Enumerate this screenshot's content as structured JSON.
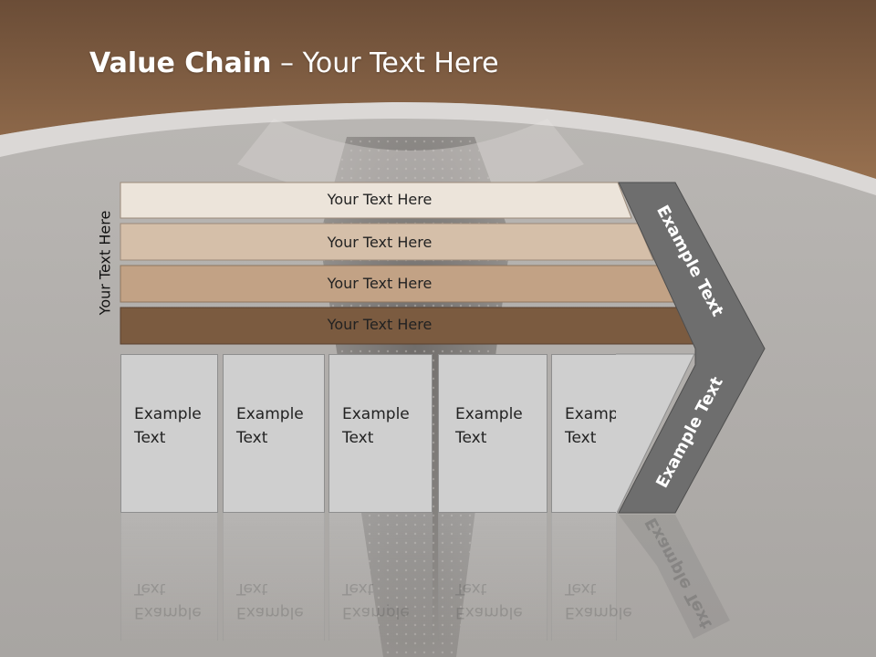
{
  "slide": {
    "title_bold": "Value Chain",
    "title_rest": " – Your Text Here",
    "side_label": "Your Text Here"
  },
  "bars": [
    {
      "label": "Your Text Here",
      "color": "#ece4da"
    },
    {
      "label": "Your Text Here",
      "color": "#d5bfa9"
    },
    {
      "label": "Your Text Here",
      "color": "#c2a285"
    },
    {
      "label": "Your Text Here",
      "color": "#7b5b40"
    }
  ],
  "boxes": [
    {
      "line1": "Example",
      "line2": "Text"
    },
    {
      "line1": "Example",
      "line2": "Text"
    },
    {
      "line1": "Example",
      "line2": "Text"
    },
    {
      "line1": "Example",
      "line2": "Text"
    },
    {
      "line1": "Example",
      "line2": "Text"
    }
  ],
  "chevron": {
    "upper_label": "Example Text",
    "lower_label": "Example Text",
    "color": "#6e6e6e"
  },
  "colors": {
    "header_brown": "#8a6347",
    "background_gray": "#c6c3c0"
  }
}
